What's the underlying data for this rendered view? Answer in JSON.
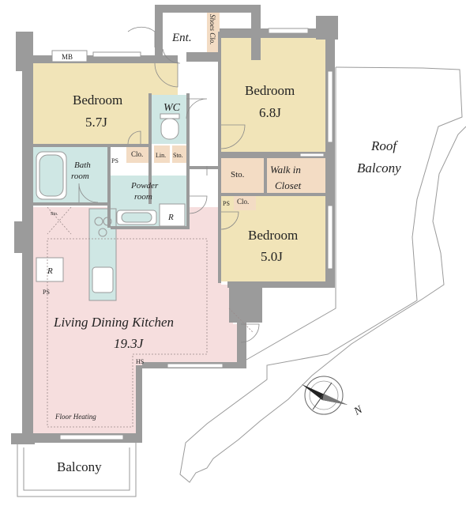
{
  "colors": {
    "bedroom": "#f1e4b8",
    "living": "#f6dede",
    "wet": "#cfe7e4",
    "storage": "#f3dcc4",
    "wall": "#9b9b9b",
    "outline": "#9a9a9a"
  },
  "rooms": {
    "bedroom_left": {
      "name": "Bedroom",
      "size": "5.7J"
    },
    "bedroom_right_top": {
      "name": "Bedroom",
      "size": "6.8J"
    },
    "bedroom_right_bottom": {
      "name": "Bedroom",
      "size": "5.0J"
    },
    "ldk": {
      "name": "Living Dining Kitchen",
      "size": "19.3J"
    },
    "bath": {
      "line1": "Bath",
      "line2": "room"
    },
    "powder": {
      "line1": "Powder",
      "line2": "room"
    },
    "wc": "WC",
    "walk_in": {
      "line1": "Walk in",
      "line2": "Closet"
    },
    "entrance": "Ent.",
    "shoes_closet": "Shoes Clo."
  },
  "labels": {
    "mb": "MB",
    "clo_1": "Clo.",
    "lin": "Lin.",
    "sto_1": "Sto.",
    "ps_1": "PS",
    "sto_2": "Sto.",
    "ps_2": "PS",
    "clo_2": "Clo.",
    "sto_3": "Sto.",
    "r_1": "R",
    "r_2": "R",
    "ps_3": "PS",
    "hs": "HS",
    "floor_heating": "Floor Heating"
  },
  "outdoor": {
    "roof_balcony": {
      "line1": "Roof",
      "line2": "Balcony"
    },
    "balcony": "Balcony"
  },
  "compass": {
    "letter": "N",
    "icon": "compass-icon"
  }
}
